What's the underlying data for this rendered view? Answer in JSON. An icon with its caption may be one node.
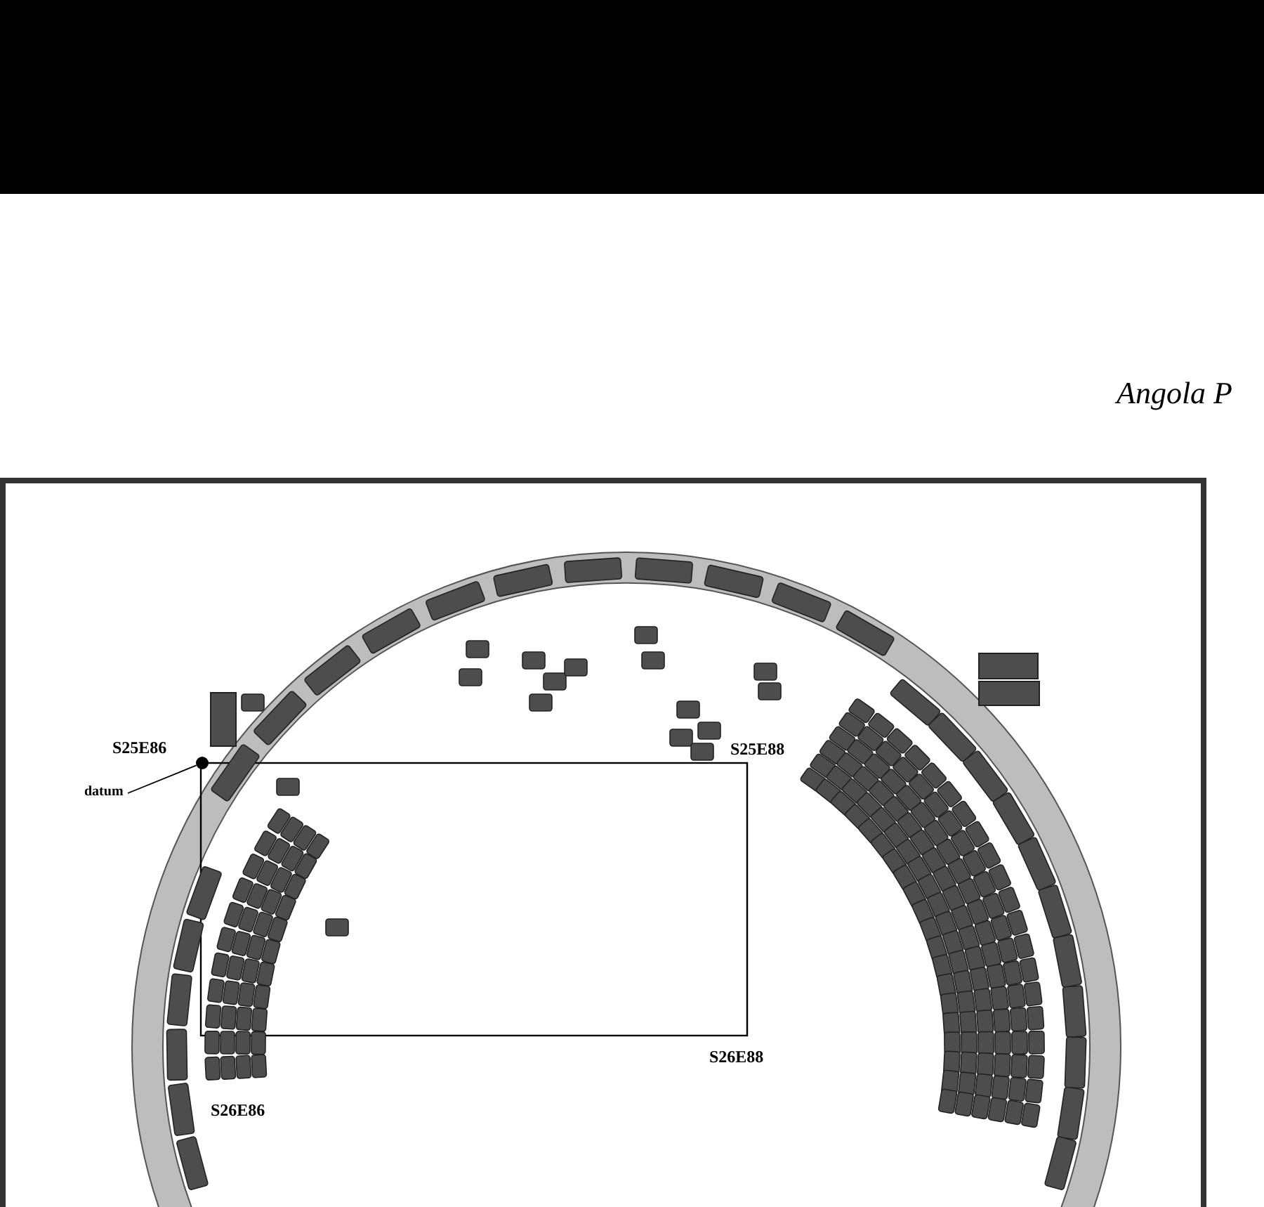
{
  "diagram": {
    "nodes": [
      {
        "text": [
          "datum"
        ]
      },
      {
        "text": [],
        "shape": "circle"
      }
    ],
    "edges": [
      {
        "from": 0,
        "to": 1,
        "arrow": "none"
      }
    ],
    "labels": [
      "Angola P",
      "S25E86",
      "S25E88",
      "S26E88",
      "S26E86"
    ]
  }
}
